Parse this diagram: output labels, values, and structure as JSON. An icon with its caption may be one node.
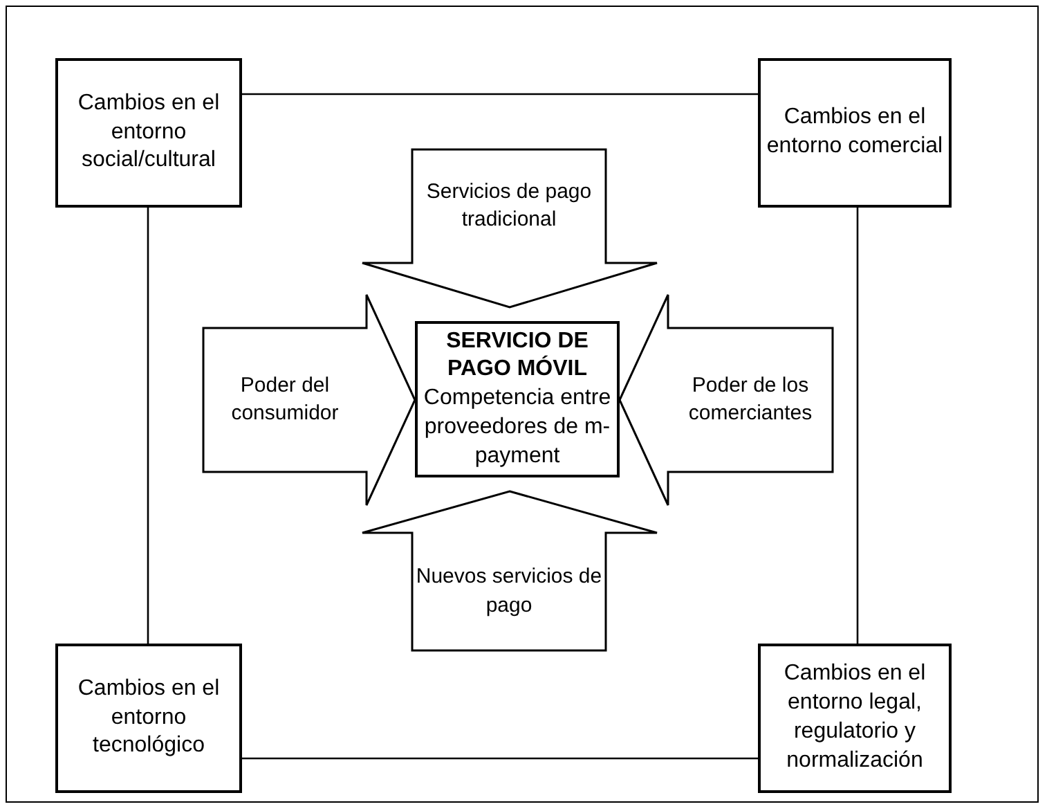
{
  "diagram": {
    "nodes": [
      {
        "text": [
          "Cambios en el entorno social/cultural"
        ]
      },
      {
        "text": [
          "Cambios en el entorno comercial"
        ]
      },
      {
        "text": [
          "Cambios en el entorno tecnológico"
        ]
      },
      {
        "text": [
          "Cambios en el entorno legal, regulatorio y normalización"
        ]
      },
      {
        "text": [
          "SERVICIO DE PAGO MÓVIL",
          "Competencia entre proveedores de m-payment"
        ]
      },
      {
        "text": [
          "Servicios de pago tradicional"
        ]
      },
      {
        "text": [
          "Poder del consumidor"
        ]
      },
      {
        "text": [
          "Poder de los comerciantes"
        ]
      },
      {
        "text": [
          "Nuevos servicios de pago"
        ]
      }
    ],
    "edges": [
      {
        "from": 0,
        "to": 1,
        "arrow": "none"
      },
      {
        "from": 0,
        "to": 2,
        "arrow": "none"
      },
      {
        "from": 1,
        "to": 3,
        "arrow": "none"
      },
      {
        "from": 2,
        "to": 3,
        "arrow": "none"
      }
    ]
  }
}
